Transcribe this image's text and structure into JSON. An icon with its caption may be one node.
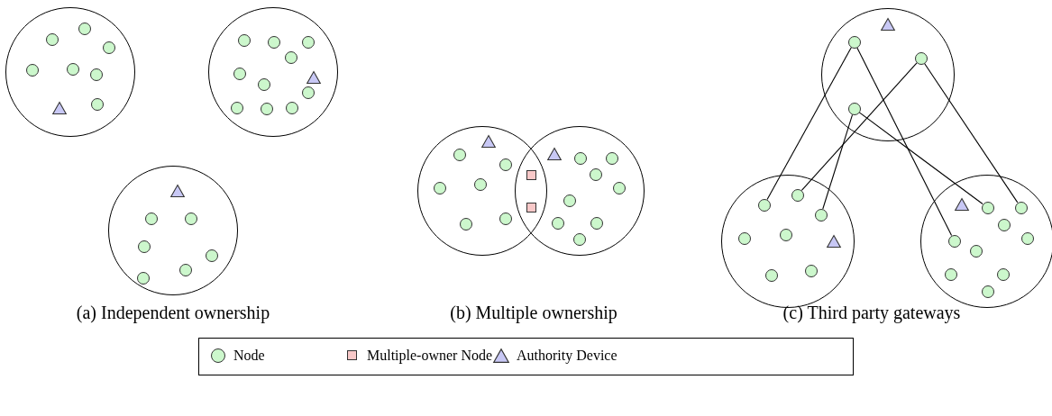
{
  "diagram": {
    "nodes": [
      {
        "text": [],
        "shape": "circle"
      },
      {
        "text": [],
        "shape": "circle",
        "in": 0
      },
      {
        "text": [],
        "shape": "circle",
        "in": 0
      },
      {
        "text": [],
        "shape": "circle",
        "in": 0
      },
      {
        "text": [],
        "shape": "circle",
        "in": 0
      },
      {
        "text": [],
        "shape": "circle",
        "in": 0
      },
      {
        "text": [],
        "shape": "circle",
        "in": 0
      },
      {
        "text": [],
        "shape": "circle",
        "in": 0
      },
      {
        "text": [],
        "shape": "triangle",
        "in": 0
      },
      {
        "text": [],
        "shape": "circle"
      },
      {
        "text": [],
        "shape": "circle",
        "in": 9
      },
      {
        "text": [],
        "shape": "circle",
        "in": 9
      },
      {
        "text": [],
        "shape": "circle",
        "in": 9
      },
      {
        "text": [],
        "shape": "circle",
        "in": 9
      },
      {
        "text": [],
        "shape": "circle",
        "in": 9
      },
      {
        "text": [],
        "shape": "circle",
        "in": 9
      },
      {
        "text": [],
        "shape": "circle",
        "in": 9
      },
      {
        "text": [],
        "shape": "circle",
        "in": 9
      },
      {
        "text": [],
        "shape": "circle",
        "in": 9
      },
      {
        "text": [],
        "shape": "circle",
        "in": 9
      },
      {
        "text": [],
        "shape": "triangle",
        "in": 9
      },
      {
        "text": [],
        "shape": "circle"
      },
      {
        "text": [],
        "shape": "triangle",
        "in": 21
      },
      {
        "text": [],
        "shape": "circle",
        "in": 21
      },
      {
        "text": [],
        "shape": "circle",
        "in": 21
      },
      {
        "text": [],
        "shape": "circle",
        "in": 21
      },
      {
        "text": [],
        "shape": "circle",
        "in": 21
      },
      {
        "text": [],
        "shape": "circle",
        "in": 21
      },
      {
        "text": [],
        "shape": "circle",
        "in": 21
      },
      {
        "text": [],
        "shape": "circle"
      },
      {
        "text": [],
        "shape": "triangle",
        "in": 29
      },
      {
        "text": [],
        "shape": "circle",
        "in": 29
      },
      {
        "text": [],
        "shape": "circle",
        "in": 29
      },
      {
        "text": [],
        "shape": "circle",
        "in": 29
      },
      {
        "text": [],
        "shape": "circle",
        "in": 29
      },
      {
        "text": [],
        "shape": "circle",
        "in": 29
      },
      {
        "text": [],
        "shape": "circle",
        "in": 29
      },
      {
        "text": [],
        "shape": "box"
      },
      {
        "text": [],
        "shape": "box"
      },
      {
        "text": [],
        "shape": "circle"
      },
      {
        "text": [],
        "shape": "triangle",
        "in": 39
      },
      {
        "text": [],
        "shape": "circle",
        "in": 39
      },
      {
        "text": [],
        "shape": "circle",
        "in": 39
      },
      {
        "text": [],
        "shape": "circle",
        "in": 39
      },
      {
        "text": [],
        "shape": "circle",
        "in": 39
      },
      {
        "text": [],
        "shape": "circle",
        "in": 39
      },
      {
        "text": [],
        "shape": "circle",
        "in": 39
      },
      {
        "text": [],
        "shape": "circle",
        "in": 39
      },
      {
        "text": [],
        "shape": "circle",
        "in": 39
      },
      {
        "text": [],
        "shape": "circle"
      },
      {
        "text": [],
        "shape": "triangle",
        "in": 49
      },
      {
        "text": [],
        "shape": "circle",
        "in": 49
      },
      {
        "text": [],
        "shape": "circle",
        "in": 49
      },
      {
        "text": [],
        "shape": "circle",
        "in": 49
      },
      {
        "text": [],
        "shape": "circle"
      },
      {
        "text": [],
        "shape": "circle",
        "in": 54
      },
      {
        "text": [],
        "shape": "circle",
        "in": 54
      },
      {
        "text": [],
        "shape": "circle",
        "in": 54
      },
      {
        "text": [],
        "shape": "circle",
        "in": 54
      },
      {
        "text": [],
        "shape": "circle",
        "in": 54
      },
      {
        "text": [],
        "shape": "circle",
        "in": 54
      },
      {
        "text": [],
        "shape": "circle",
        "in": 54
      },
      {
        "text": [],
        "shape": "triangle",
        "in": 54
      },
      {
        "text": [],
        "shape": "circle"
      },
      {
        "text": [],
        "shape": "triangle",
        "in": 63
      },
      {
        "text": [],
        "shape": "circle",
        "in": 63
      },
      {
        "text": [],
        "shape": "circle",
        "in": 63
      },
      {
        "text": [],
        "shape": "circle",
        "in": 63
      },
      {
        "text": [],
        "shape": "circle",
        "in": 63
      },
      {
        "text": [],
        "shape": "circle",
        "in": 63
      },
      {
        "text": [],
        "shape": "circle",
        "in": 63
      },
      {
        "text": [],
        "shape": "circle",
        "in": 63
      },
      {
        "text": [],
        "shape": "circle",
        "in": 63
      },
      {
        "text": [],
        "shape": "circle",
        "in": 63
      }
    ],
    "edges": [
      {
        "from": 51,
        "to": 55,
        "arrow": "none"
      },
      {
        "from": 51,
        "to": 69,
        "arrow": "none"
      },
      {
        "from": 52,
        "to": 56,
        "arrow": "none"
      },
      {
        "from": 52,
        "to": 66,
        "arrow": "none"
      },
      {
        "from": 53,
        "to": 57,
        "arrow": "none"
      },
      {
        "from": 53,
        "to": 65,
        "arrow": "none"
      }
    ],
    "labels": [
      "(a) Independent ownership",
      "(b) Multiple ownership",
      "(c) Third party gateways"
    ],
    "legend": [
      {
        "text": "Node"
      },
      {
        "text": "Multiple-owner Node"
      },
      {
        "text": "Authority Device"
      }
    ]
  }
}
